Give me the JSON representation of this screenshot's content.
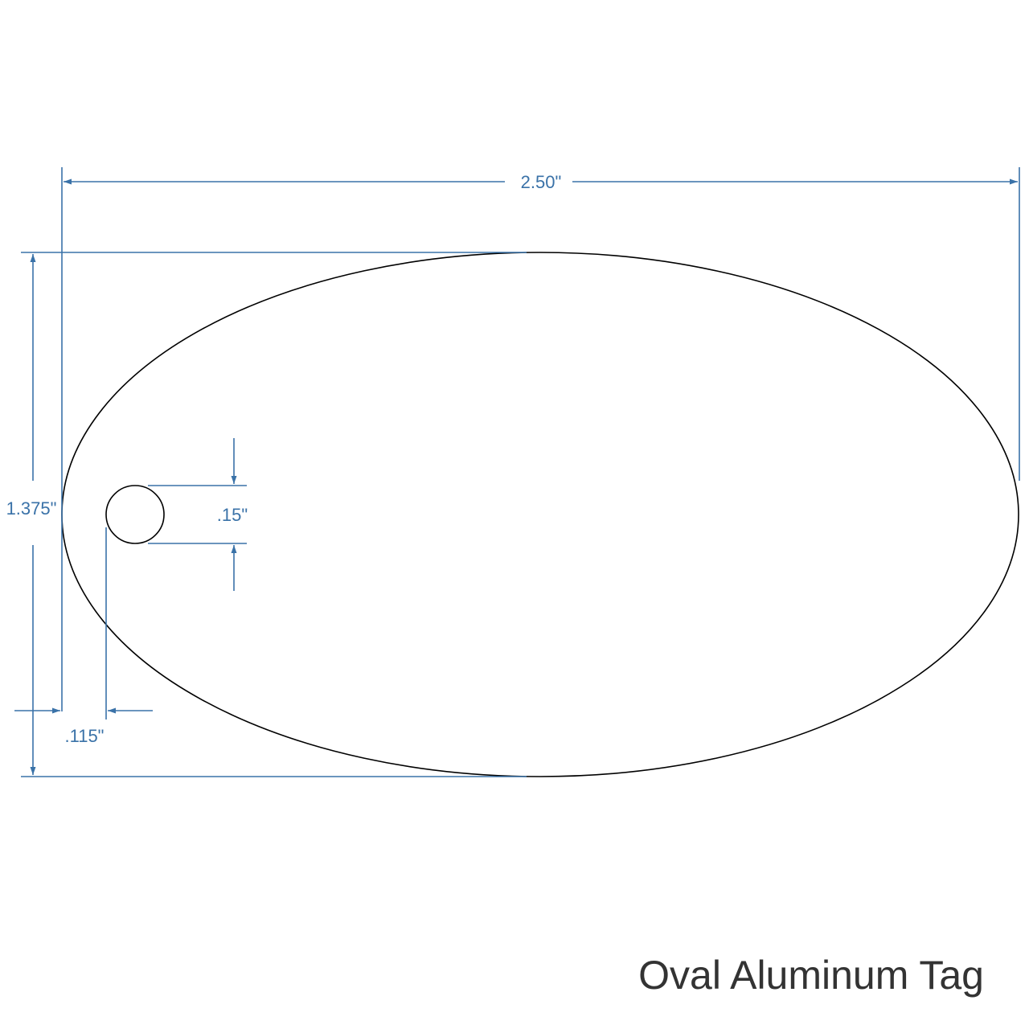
{
  "colors": {
    "dimension": "#3a72a8",
    "outline": "#000000",
    "title": "#333333",
    "background": "#ffffff"
  },
  "dimensions": {
    "overall_width": "2.50\"",
    "overall_height": "1.375\"",
    "hole_diameter": ".15\"",
    "hole_edge_offset": ".115\""
  },
  "title": "Oval Aluminum Tag"
}
